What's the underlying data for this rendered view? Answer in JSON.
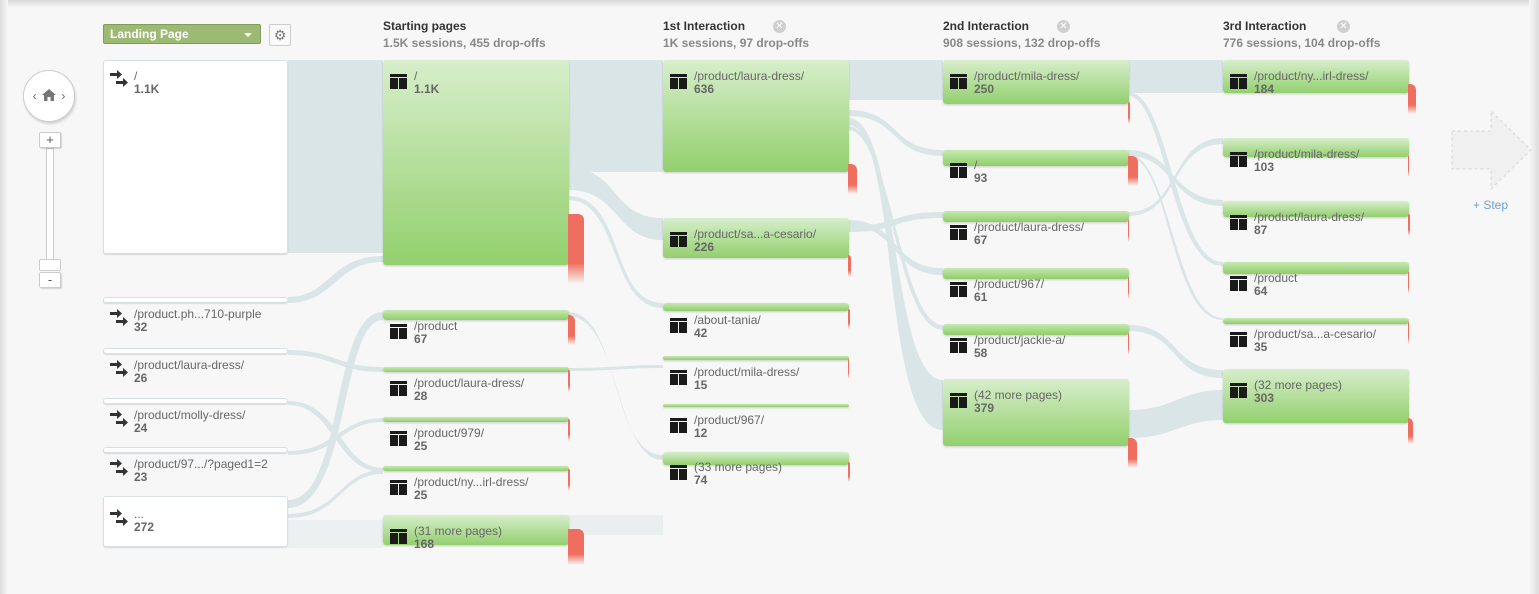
{
  "controls": {
    "dimension_select": "Landing Page",
    "settings_icon": "gear-icon",
    "nav": {
      "prev": "‹",
      "home": "home-icon",
      "next": "›"
    },
    "zoom_in": "+",
    "zoom_out": "-"
  },
  "colors": {
    "node_green_top": "#d7eecb",
    "node_green_bottom": "#93d06e",
    "dropoff_red": "#ee6f5f",
    "flow": "#d9e4e6",
    "dropdown_green": "#9cba74",
    "add_step_blue": "#6f9fd8"
  },
  "landing_pages": [
    {
      "name": "/",
      "value": "1.1K"
    },
    {
      "name": "/product.ph...710-purple",
      "value": "32"
    },
    {
      "name": "/product/laura-dress/",
      "value": "26"
    },
    {
      "name": "/product/molly-dress/",
      "value": "24"
    },
    {
      "name": "/product/97.../?paged1=2",
      "value": "23"
    },
    {
      "name": "...",
      "value": "272"
    }
  ],
  "columns": [
    {
      "title": "Starting pages",
      "summary": "1.5K sessions, 455 drop-offs",
      "closable": false,
      "nodes": [
        {
          "name": "/",
          "value": "1.1K"
        },
        {
          "name": "/product",
          "value": "67"
        },
        {
          "name": "/product/laura-dress/",
          "value": "28"
        },
        {
          "name": "/product/979/",
          "value": "25"
        },
        {
          "name": "/product/ny...irl-dress/",
          "value": "25"
        },
        {
          "name": "(31 more pages)",
          "value": "168"
        }
      ]
    },
    {
      "title": "1st Interaction",
      "summary": "1K sessions, 97 drop-offs",
      "closable": true,
      "nodes": [
        {
          "name": "/product/laura-dress/",
          "value": "636"
        },
        {
          "name": "/product/sa...a-cesario/",
          "value": "226"
        },
        {
          "name": "/about-tania/",
          "value": "42"
        },
        {
          "name": "/product/mila-dress/",
          "value": "15"
        },
        {
          "name": "/product/967/",
          "value": "12"
        },
        {
          "name": "(33 more pages)",
          "value": "74"
        }
      ]
    },
    {
      "title": "2nd Interaction",
      "summary": "908 sessions, 132 drop-offs",
      "closable": true,
      "nodes": [
        {
          "name": "/product/mila-dress/",
          "value": "250"
        },
        {
          "name": "/",
          "value": "93"
        },
        {
          "name": "/product/laura-dress/",
          "value": "67"
        },
        {
          "name": "/product/967/",
          "value": "61"
        },
        {
          "name": "/product/jackie-a/",
          "value": "58"
        },
        {
          "name": "(42 more pages)",
          "value": "379"
        }
      ]
    },
    {
      "title": "3rd Interaction",
      "summary": "776 sessions, 104 drop-offs",
      "closable": true,
      "nodes": [
        {
          "name": "/product/ny...irl-dress/",
          "value": "184"
        },
        {
          "name": "/product/mila-dress/",
          "value": "103"
        },
        {
          "name": "/product/laura-dress/",
          "value": "87"
        },
        {
          "name": "/product",
          "value": "64"
        },
        {
          "name": "/product/sa...a-cesario/",
          "value": "35"
        },
        {
          "name": "(32 more pages)",
          "value": "303"
        }
      ]
    }
  ],
  "add_step": {
    "label": "+ Step"
  }
}
